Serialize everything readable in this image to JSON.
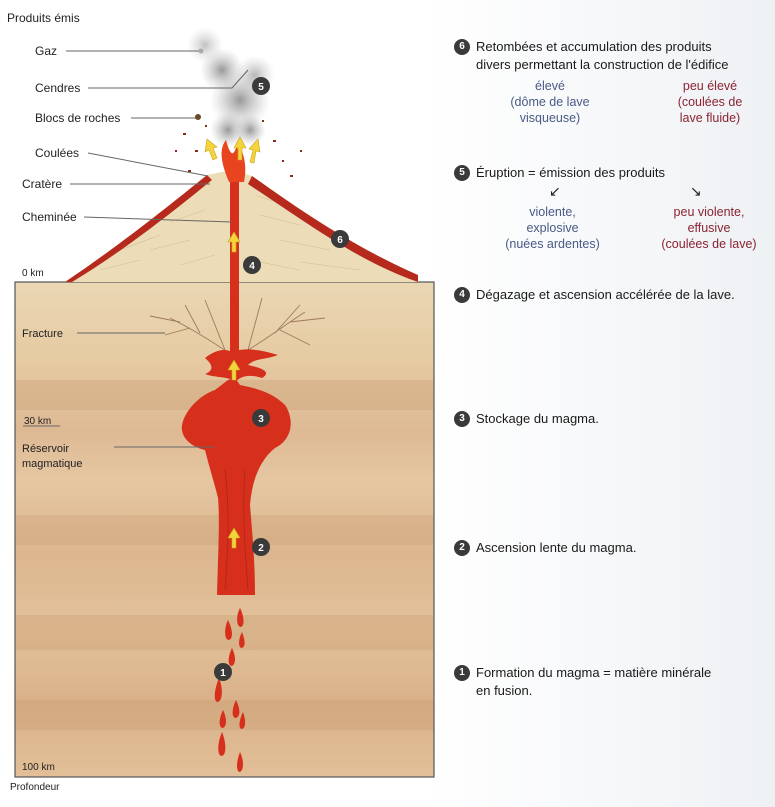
{
  "title": "Produits émis",
  "labels": {
    "gaz": "Gaz",
    "cendres": "Cendres",
    "blocs": "Blocs de roches",
    "coulees": "Coulées",
    "cratere": "Cratère",
    "cheminee": "Cheminée",
    "km0": "0 km",
    "fracture": "Fracture",
    "km30": "30 km",
    "reservoir1": "Réservoir",
    "reservoir2": "magmatique",
    "km100": "100 km",
    "profondeur": "Profondeur"
  },
  "markers": [
    "1",
    "2",
    "3",
    "4",
    "5",
    "6"
  ],
  "steps": {
    "s6": {
      "num": "6",
      "line1": "Retombées et accumulation des produits",
      "line2": "divers permettant la construction de l'édifice"
    },
    "s6a": {
      "l1": "élevé",
      "l2": "(dôme de lave",
      "l3": "visqueuse)"
    },
    "s6b": {
      "l1": "peu élevé",
      "l2": "(coulées de",
      "l3": "lave fluide)"
    },
    "s5": {
      "num": "5",
      "text": "Éruption = émission des produits"
    },
    "s5a": {
      "l1": "violente,",
      "l2": "explosive",
      "l3": "(nuées ardentes)"
    },
    "s5b": {
      "l1": "peu violente,",
      "l2": "effusive",
      "l3": "(coulées de lave)"
    },
    "s4": {
      "num": "4",
      "text": "Dégazage et ascension accélérée de la lave."
    },
    "s3": {
      "num": "3",
      "text": "Stockage du magma."
    },
    "s2": {
      "num": "2",
      "text": "Ascension lente du magma."
    },
    "s1": {
      "num": "1",
      "line1": "Formation du magma = matière minérale",
      "line2": "en fusion."
    }
  },
  "colors": {
    "magma": "#d6301c",
    "ground": "#e6c9a0",
    "cone": "#ecdcb8",
    "blue": "#4a5a86",
    "red": "#8b2331"
  }
}
